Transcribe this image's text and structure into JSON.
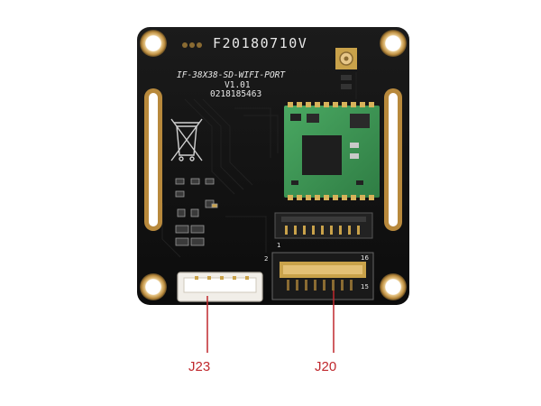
{
  "board": {
    "date_code": "F20180710V",
    "model": "IF-38X38-SD-WIFI-PORT",
    "version": "V1.01",
    "serial": "0218185463"
  },
  "connector_pins": {
    "top_left": "1",
    "top_right": "",
    "bottom_left": "2",
    "bottom_right_top": "16",
    "bottom_right": "15"
  },
  "callouts": {
    "j23": "J23",
    "j20": "J20"
  },
  "colors": {
    "pcb": "#141414",
    "callout": "#c0282d",
    "gold": "#c9a24a",
    "module_green": "#3f9a55"
  }
}
